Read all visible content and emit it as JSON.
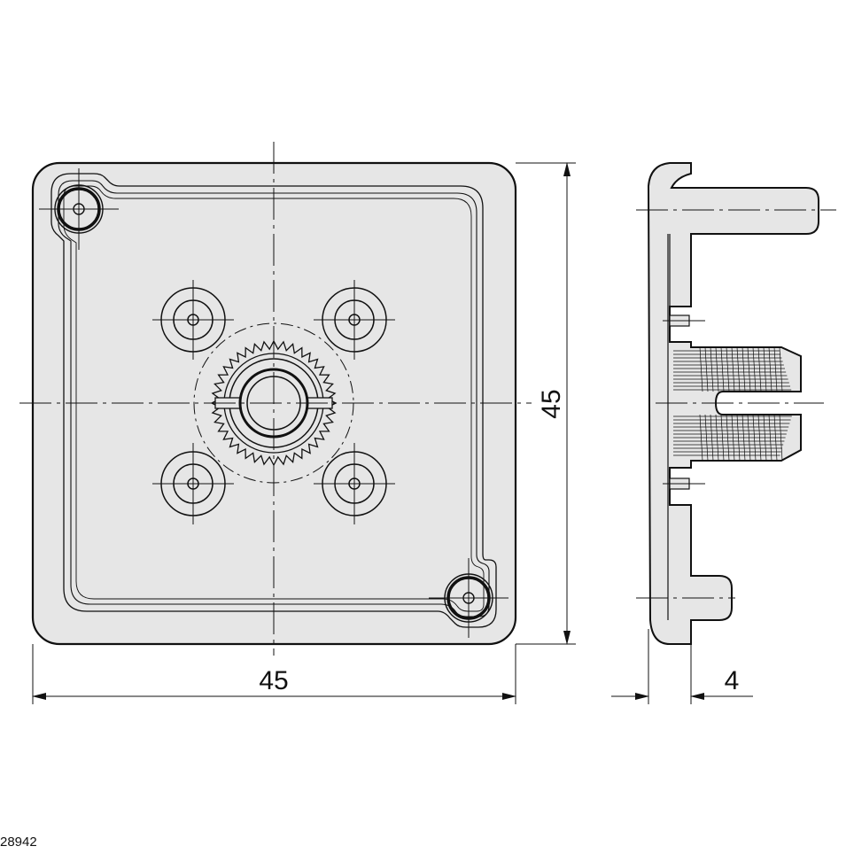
{
  "dimensions": {
    "width": "45",
    "height": "45",
    "depth": "4"
  },
  "part_number": "28942",
  "colors": {
    "fill": "#e6e6e6",
    "stroke": "#111111",
    "background": "#ffffff"
  }
}
